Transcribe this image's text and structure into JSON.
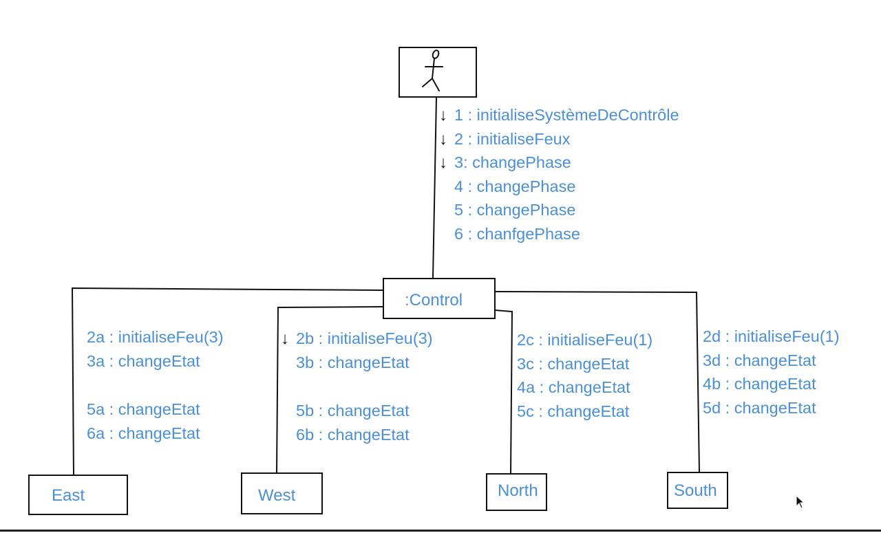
{
  "diagram": {
    "objects": {
      "control": ":Control",
      "east": "East",
      "west": "West",
      "north": "North",
      "south": "South"
    },
    "actor_messages": [
      {
        "text": "1 : initialiseSystèmeDeContrôle",
        "arrow": true
      },
      {
        "text": "2 : initialiseFeux",
        "arrow": true
      },
      {
        "text": "3: changePhase",
        "arrow": true
      },
      {
        "text": "4 : changePhase",
        "arrow": false
      },
      {
        "text": "5 : changePhase",
        "arrow": false
      },
      {
        "text": "6 : chanfgePhase",
        "arrow": false
      }
    ],
    "east_messages": [
      "2a : initialiseFeu(3)",
      "3a : changeEtat",
      "5a : changeEtat",
      "6a : changeEtat"
    ],
    "west_messages": [
      "2b : initialiseFeu(3)",
      "3b : changeEtat",
      "5b : changeEtat",
      "6b : changeEtat"
    ],
    "north_messages": [
      "2c : initialiseFeu(1)",
      "3c : changeEtat",
      "4a : changeEtat",
      "5c : changeEtat"
    ],
    "south_messages": [
      "2d : initialiseFeu(1)",
      "3d : changeEtat",
      "4b : changeEtat",
      "5d : changeEtat"
    ],
    "colors": {
      "label": "#4a90d9",
      "line": "#111111"
    }
  }
}
